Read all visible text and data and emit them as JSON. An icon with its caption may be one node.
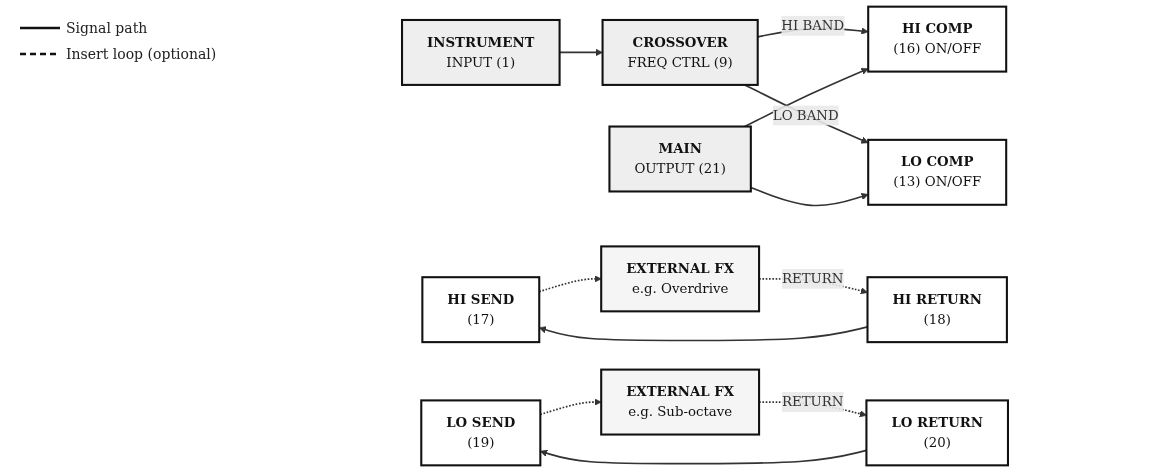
{
  "diagram": {
    "nodes": [
      {
        "text": [
          "INSTRUMENT",
          "INPUT (1)"
        ]
      },
      {
        "text": [
          "CROSSOVER",
          "FREQ CTRL (9)"
        ]
      },
      {
        "text": [
          "HI COMP",
          "(16) ON/OFF"
        ]
      },
      {
        "text": [
          "HI SEND",
          "(17)"
        ]
      },
      {
        "text": [
          "EXTERNAL FX",
          "e.g. Overdrive"
        ]
      },
      {
        "text": [
          "HI RETURN",
          "(18)"
        ]
      },
      {
        "text": [
          "MAIN",
          "OUTPUT (21)"
        ]
      },
      {
        "text": [
          "LO SEND",
          "(19)"
        ]
      },
      {
        "text": [
          "EXTERNAL FX",
          "e.g. Sub-octave"
        ]
      },
      {
        "text": [
          "LO COMP",
          "(13) ON/OFF"
        ]
      },
      {
        "text": [
          "LO RETURN",
          "(20)"
        ]
      }
    ],
    "edges": [
      {
        "from": 0,
        "to": 1,
        "arrow": "to"
      },
      {
        "from": 1,
        "to": 2,
        "arrow": "to",
        "label": "HI BAND"
      },
      {
        "from": 1,
        "to": 9,
        "arrow": "to",
        "label": "LO BAND"
      },
      {
        "from": 3,
        "to": 4,
        "arrow": "to",
        "style": "dashed"
      },
      {
        "from": 4,
        "to": 5,
        "arrow": "to",
        "style": "dashed",
        "label": "RETURN"
      },
      {
        "from": 5,
        "to": 3,
        "arrow": "to"
      },
      {
        "from": 6,
        "to": 2,
        "arrow": "to"
      },
      {
        "from": 7,
        "to": 8,
        "arrow": "to",
        "style": "dashed"
      },
      {
        "from": 8,
        "to": 10,
        "arrow": "to",
        "style": "dashed",
        "label": "RETURN"
      },
      {
        "from": 10,
        "to": 7,
        "arrow": "to"
      },
      {
        "from": 6,
        "to": 9,
        "arrow": "to"
      }
    ],
    "legend": [
      {
        "text": "Signal path"
      },
      {
        "text": "Insert loop (optional)"
      }
    ]
  }
}
